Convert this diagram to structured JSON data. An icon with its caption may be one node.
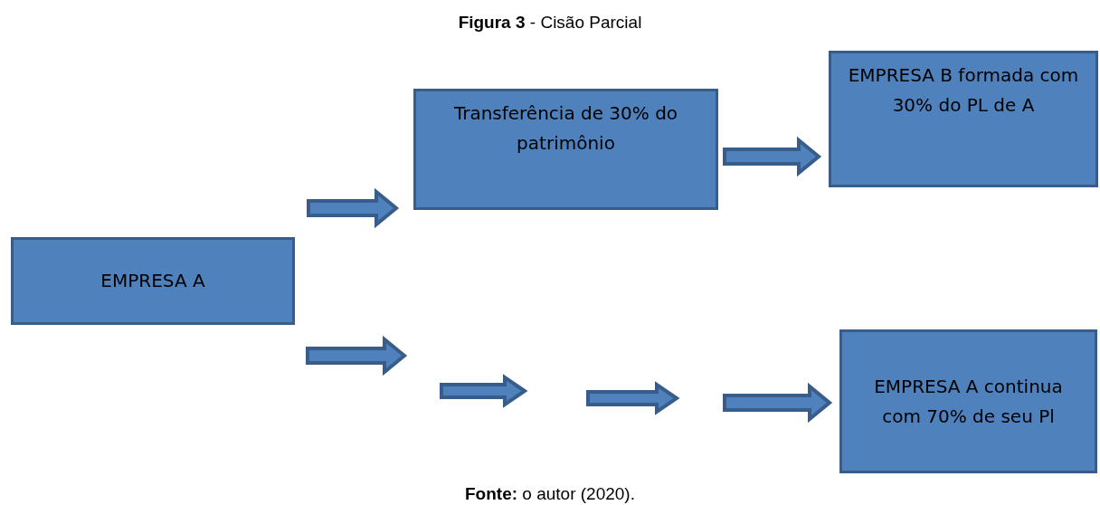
{
  "diagram": {
    "title": "**Figura 3** - Cisão Parcial",
    "caption": "**Fonte:** o autor (2020).",
    "nodes": [
      {
        "text": [
          "EMPRESA A"
        ]
      },
      {
        "text": [
          "Transferência de 30% do patrimônio"
        ]
      },
      {
        "text": [
          "EMPRESA B formada com 30% do PL de A"
        ]
      },
      {
        "text": [
          "EMPRESA A continua com 70% de seu Pl"
        ]
      }
    ],
    "edges": [
      {
        "from": 0,
        "to": 1,
        "arrow": "to"
      },
      {
        "from": 1,
        "to": 2,
        "arrow": "to"
      },
      {
        "from": 0,
        "to": null,
        "arrow": "to"
      },
      {
        "from": null,
        "to": 3,
        "arrow": "to"
      }
    ]
  }
}
